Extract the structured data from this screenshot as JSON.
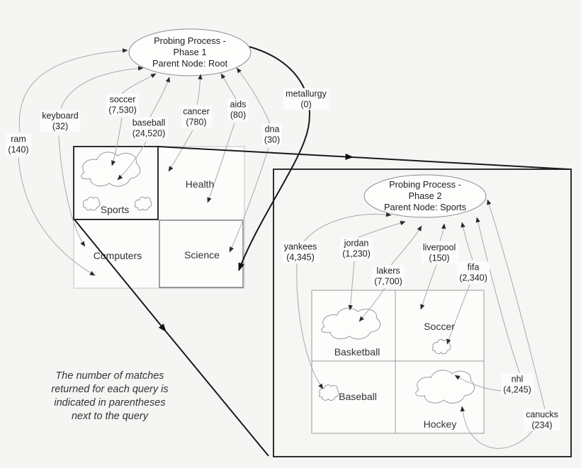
{
  "caption": {
    "lines": [
      "The number of matches",
      "returned for each query is",
      "indicated in parentheses",
      "next to the query"
    ]
  },
  "phase1": {
    "ellipse": {
      "lines": [
        "Probing Process -",
        "Phase 1",
        "Parent Node: Root"
      ]
    },
    "queries": [
      {
        "term": "ram",
        "count": "(140)",
        "target": "Computers"
      },
      {
        "term": "keyboard",
        "count": "(32)",
        "target": "Computers"
      },
      {
        "term": "soccer",
        "count": "(7,530)",
        "target": "Sports"
      },
      {
        "term": "baseball",
        "count": "(24,520)",
        "target": "Sports"
      },
      {
        "term": "cancer",
        "count": "(780)",
        "target": "Health"
      },
      {
        "term": "aids",
        "count": "(80)",
        "target": "Health"
      },
      {
        "term": "dna",
        "count": "(30)",
        "target": "Science"
      },
      {
        "term": "metallurgy",
        "count": "(0)",
        "target": "Science"
      }
    ],
    "map": {
      "quadrants": [
        "Sports",
        "Health",
        "Computers",
        "Science"
      ]
    }
  },
  "phase2": {
    "ellipse": {
      "lines": [
        "Probing Process -",
        "Phase 2",
        "Parent Node: Sports"
      ]
    },
    "queries": [
      {
        "term": "yankees",
        "count": "(4,345)",
        "target": "Baseball"
      },
      {
        "term": "jordan",
        "count": "(1,230)",
        "target": "Basketball"
      },
      {
        "term": "lakers",
        "count": "(7,700)",
        "target": "Basketball"
      },
      {
        "term": "liverpool",
        "count": "(150)",
        "target": "Soccer"
      },
      {
        "term": "fifa",
        "count": "(2,340)",
        "target": "Soccer"
      },
      {
        "term": "nhl",
        "count": "(4,245)",
        "target": "Hockey"
      },
      {
        "term": "canucks",
        "count": "(234)",
        "target": "Hockey"
      }
    ],
    "map": {
      "quadrants": [
        "Basketball",
        "Soccer",
        "Baseball",
        "Hockey"
      ]
    }
  },
  "colors": {
    "background": "#f5f5f3",
    "thin_line": "#a9a9a9",
    "thick_line": "#1a1a1a",
    "text": "#2a2a2a",
    "label_background": "#fcfcfc"
  }
}
